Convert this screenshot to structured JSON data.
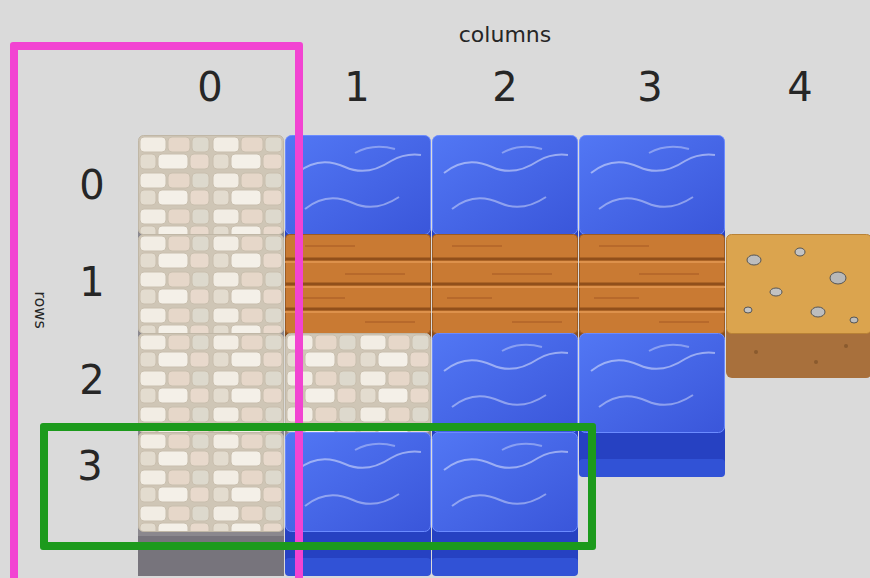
{
  "diagram": {
    "nodes": [
      {
        "text": [
          "0"
        ]
      },
      {
        "text": [
          "3"
        ]
      }
    ],
    "labels": [
      "columns",
      "1",
      "2",
      "3",
      "4",
      "rows",
      "0",
      "1",
      "2"
    ]
  }
}
